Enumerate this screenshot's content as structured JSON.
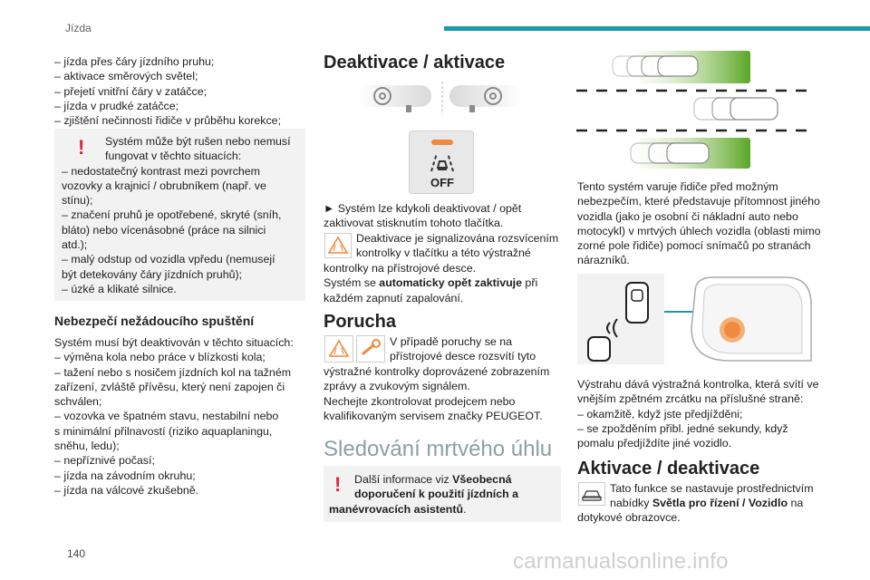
{
  "header": {
    "section": "Jízda",
    "accent_color": "#1a9aa8"
  },
  "page_number": "140",
  "watermark": "carmanualsonline.info",
  "col1": {
    "list_top": [
      "– jízda přes čáry jízdního pruhu;",
      "– aktivace směrových světel;",
      "– přejetí vnitřní čáry v zatáčce;",
      "– jízda v prudké zatáčce;",
      "– zjištění nečinnosti řidiče v průběhu korekce;"
    ],
    "warning_lines": [
      "Systém může být rušen nebo nemusí",
      "fungovat v těchto situacích:",
      "– nedostatečný kontrast mezi povrchem",
      "vozovky a krajnicí / obrubníkem (např. ve",
      "stínu);",
      "– značení pruhů je opotřebené, skryté (sníh,",
      "bláto) nebo vícenásobné (práce na silnici",
      "atd.);",
      "– malý odstup od vozidla vpředu (nemusejí",
      "být detekovány čáry jízdních pruhů);",
      "– úzké a klikaté silnice."
    ],
    "heading": "Nebezpečí nežádoucího spuštění",
    "body_lines": [
      "Systém musí být deaktivován v těchto situacích:",
      "– výměna kola nebo práce v blízkosti kola;",
      "– tažení nebo s nosičem jízdních kol na tažném",
      "zařízení, zvláště přívěsu, který není zapojen či",
      "schválen;",
      "– vozovka ve špatném stavu, nestabilní nebo",
      "s minimální přilnavostí (riziko aquaplaningu,",
      "sněhu, ledu);",
      "– nepříznivé počasí;",
      "– jízda na závodním okruhu;",
      "– jízda na válcové zkušebně."
    ]
  },
  "col2": {
    "heading_deact": "Deaktivace / aktivace",
    "button_label": "OFF",
    "p1_lines": [
      "► Systém lze kdykoli deaktivovat / opět",
      "zaktivovat stisknutím tohoto tlačítka."
    ],
    "p2_lines": [
      "Deaktivace je signalizována rozsvícením",
      "kontrolky v tlačítku a této výstražné"
    ],
    "p2_cont": "kontrolky na přístrojové desce.",
    "p3_pre": "Systém se ",
    "p3_bold": "automaticky opět zaktivuje",
    "p3_post": " při",
    "p3_line2": "každém zapnutí zapalování.",
    "heading_fault": "Porucha",
    "fault_lines": [
      "V případě poruchy se na",
      "přístrojové desce rozsvítí tyto"
    ],
    "fault_cont": [
      "výstražné kontrolky doprovázené zobrazením",
      "zprávy a zvukovým signálem.",
      "Nechejte zkontrolovat prodejcem nebo",
      "kvalifikovaným servisem značky PEUGEOT."
    ],
    "heading_blind": "Sledování mrtvého úhlu",
    "info_pre": "Další informace viz ",
    "info_bold1": "Všeobecná",
    "info_bold2": "doporučení k použití jízdních a",
    "info_bold3": "manévrovacích asistentů",
    "info_post": "."
  },
  "col3": {
    "p1_lines": [
      "Tento systém varuje řidiče před možným",
      "nebezpečím, které představuje přítomnost jiného",
      "vozidla (jako je osobní či nákladní auto nebo",
      "motocykl) v mrtvých úhlech vozidla (oblasti mimo",
      "zorné pole řidiče) pomocí snímačů po stranách",
      "nárazníků."
    ],
    "p2_lines": [
      "Výstrahu dává výstražná kontrolka, která svítí ve",
      "vnějším zpětném zrcátku na příslušné straně:",
      "– okamžitě, když jste předjížděni;",
      "– se zpožděním přibl. jedné sekundy, když",
      "pomalu předjíždíte jiné vozidlo."
    ],
    "heading": "Aktivace / deaktivace",
    "p3_line1": "Tato funkce se nastavuje prostřednictvím",
    "p3_pre": "nabídky ",
    "p3_bold": "Světla pro řízení / Vozidlo",
    "p3_post": " na",
    "p3_line3": "dotykové obrazovce."
  },
  "colors": {
    "warning": "#e2233b",
    "orange": "#f08a3c",
    "green": "#5aa623",
    "teal": "#1a9aa8"
  },
  "icons": [
    "steering-wheel-icon",
    "lane-off-button-icon",
    "warning-triangle-icon",
    "wrench-icon",
    "car-icon",
    "mirror-icon"
  ]
}
